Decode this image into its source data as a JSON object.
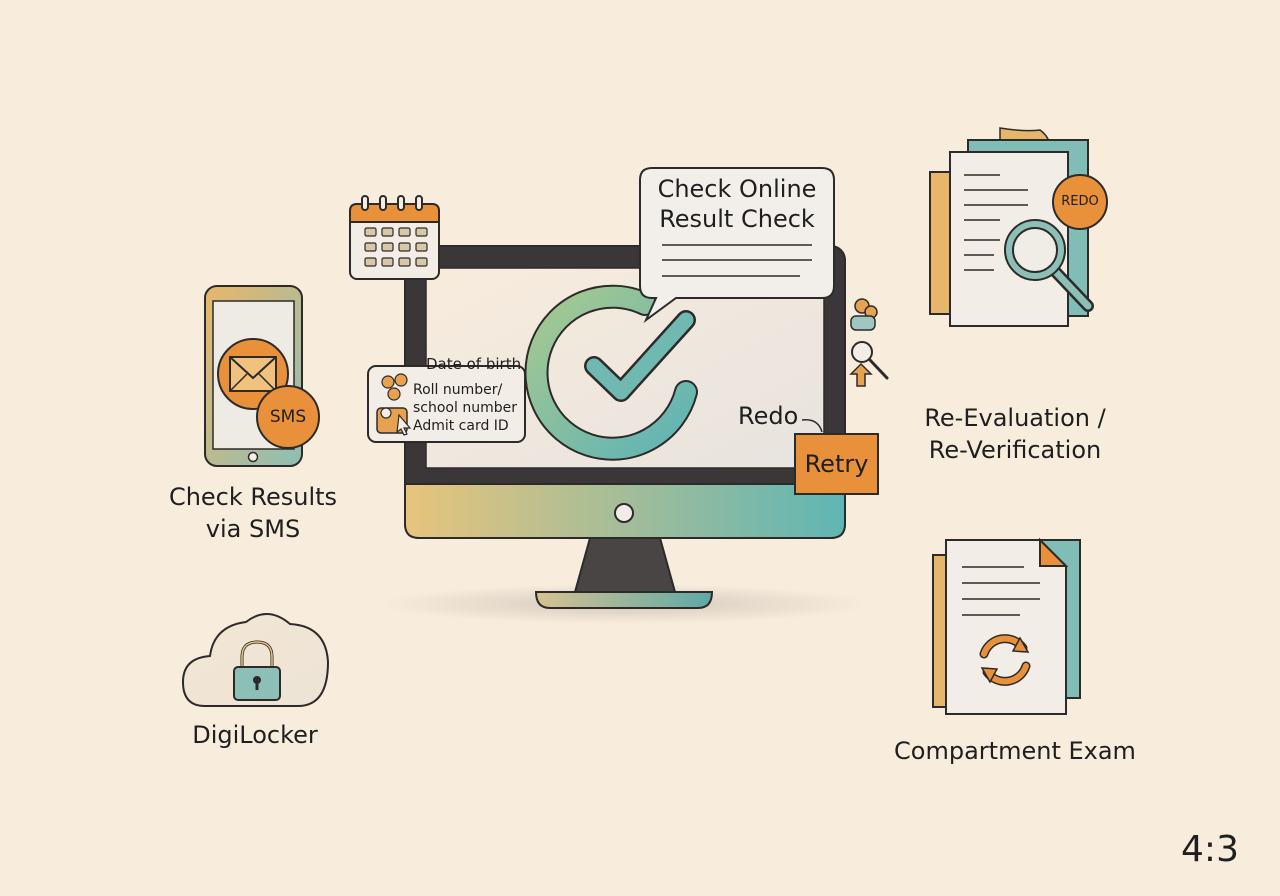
{
  "monitor": {
    "bubble_title_line1": "Check Online",
    "bubble_title_line2": "Result Check",
    "redo_label": "Redo",
    "retry_label": "Retry",
    "form_card": {
      "line1": "Date of birth",
      "line2": "Roll number/",
      "line3": "school number",
      "line4": "Admit card ID"
    }
  },
  "sms": {
    "badge": "SMS",
    "caption_line1": "Check Results",
    "caption_line2": "via SMS"
  },
  "digilocker": {
    "caption": "DigiLocker"
  },
  "reevaluation": {
    "badge": "REDO",
    "caption_line1": "Re-Evaluation /",
    "caption_line2": "Re-Verification"
  },
  "compartment": {
    "caption": "Compartment Exam"
  },
  "aspect_ratio": "4:3",
  "colors": {
    "background": "#f8ecdc",
    "orange": "#e8913a",
    "teal": "#62b6b0",
    "outline": "#2d2a2a"
  }
}
